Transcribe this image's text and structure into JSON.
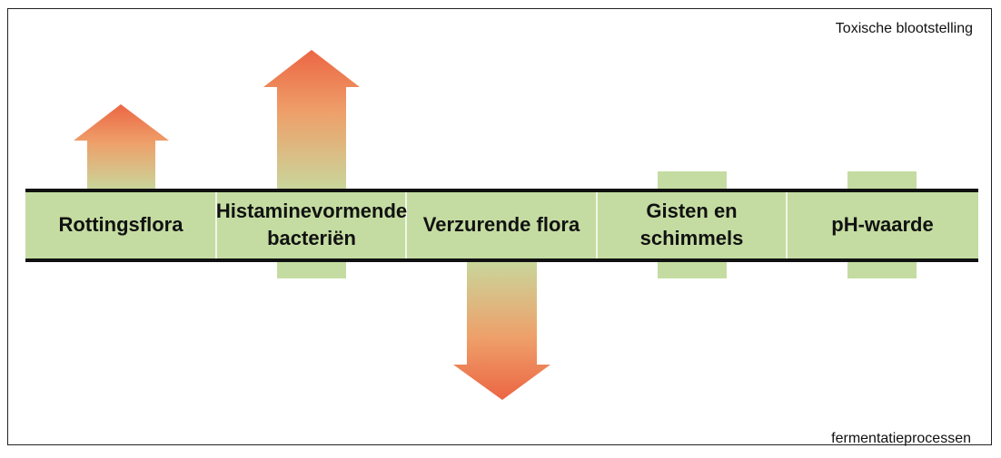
{
  "labels": {
    "top_right": "Toxische blootstelling",
    "bottom_right": "fermentatieprocessen"
  },
  "categories": [
    {
      "line1": "Rottingsflora",
      "line2": "",
      "direction": "up",
      "level": 1
    },
    {
      "line1": "Histaminevormende",
      "line2": "bacteriën",
      "direction": "up",
      "level": 2
    },
    {
      "line1": "Verzurende flora",
      "line2": "",
      "direction": "down",
      "level": 2
    },
    {
      "line1": "Gisten en",
      "line2": "schimmels",
      "direction": "neutral",
      "level": 0
    },
    {
      "line1": "pH-waarde",
      "line2": "",
      "direction": "neutral",
      "level": 0
    }
  ],
  "colors": {
    "band": "#c4dca1",
    "arrow_head": "#ec6644",
    "arrow_fade": "#c8d79c",
    "line": "#111111"
  }
}
